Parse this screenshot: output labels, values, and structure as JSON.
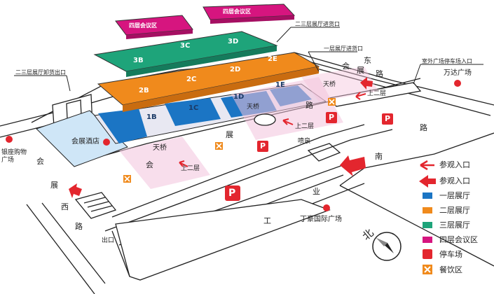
{
  "callouts": {
    "c1": "二三层展厅进货口",
    "c2": "一层展厅进货口",
    "c3": "二三层展厅卸货出口",
    "c4": "室外广场停车场入口"
  },
  "halls": {
    "f4a": "四层会议区",
    "f4b": "四层会议区",
    "h3b": "3B",
    "h3c": "3C",
    "h3d": "3D",
    "h2b": "2B",
    "h2c": "2C",
    "h2d": "2D",
    "h2e": "2E",
    "h1b": "1B",
    "h1c": "1C",
    "h1d": "1D",
    "h1e": "1E"
  },
  "places": {
    "hotel": "会展酒店",
    "wanda": "万达广场",
    "yinzuo": "银座购物广场",
    "dinghao": "丁豪国际广场",
    "fountain": "喷泉",
    "exit": "出口"
  },
  "overlay": {
    "bridge1": "天桥",
    "bridge2": "天桥",
    "bridge3": "天桥",
    "up1": "上二层",
    "up2": "上二层",
    "up3": "上二层"
  },
  "roads": {
    "r1": "会",
    "r2": "展",
    "r3": "东",
    "r4": "路",
    "r5": "路",
    "r6": "路",
    "r7": "展",
    "r8": "会",
    "r9": "会",
    "r10": "展",
    "r11": "西",
    "r12": "路",
    "r13": "南",
    "r14": "工",
    "r15": "业",
    "r16": "P",
    "r17": "P",
    "r18": "P",
    "r19": "P"
  },
  "compass": "北",
  "legend": [
    {
      "label": "参观入口",
      "icon": "thin-arrow-icon",
      "color": "#e3262e"
    },
    {
      "label": "参观入口",
      "icon": "thick-arrow-icon",
      "color": "#e3262e"
    },
    {
      "label": "一层展厅",
      "icon": "blue-swatch-icon",
      "color": "#1b75c4"
    },
    {
      "label": "二层展厅",
      "icon": "orange-swatch-icon",
      "color": "#f08a1c"
    },
    {
      "label": "三层展厅",
      "icon": "green-swatch-icon",
      "color": "#1ea47a"
    },
    {
      "label": "四层会议区",
      "icon": "magenta-swatch-icon",
      "color": "#d6157f"
    },
    {
      "label": "停车场",
      "icon": "parking-icon",
      "color": "#e3262e"
    },
    {
      "label": "餐饮区",
      "icon": "dining-icon",
      "color": "#f08a1c"
    }
  ],
  "colors": {
    "f1": "#1b75c4",
    "f2": "#f08a1c",
    "f3": "#1ea47a",
    "f4": "#d6157f",
    "accent": "#e3262e",
    "hotel": "#cfe6f7"
  }
}
